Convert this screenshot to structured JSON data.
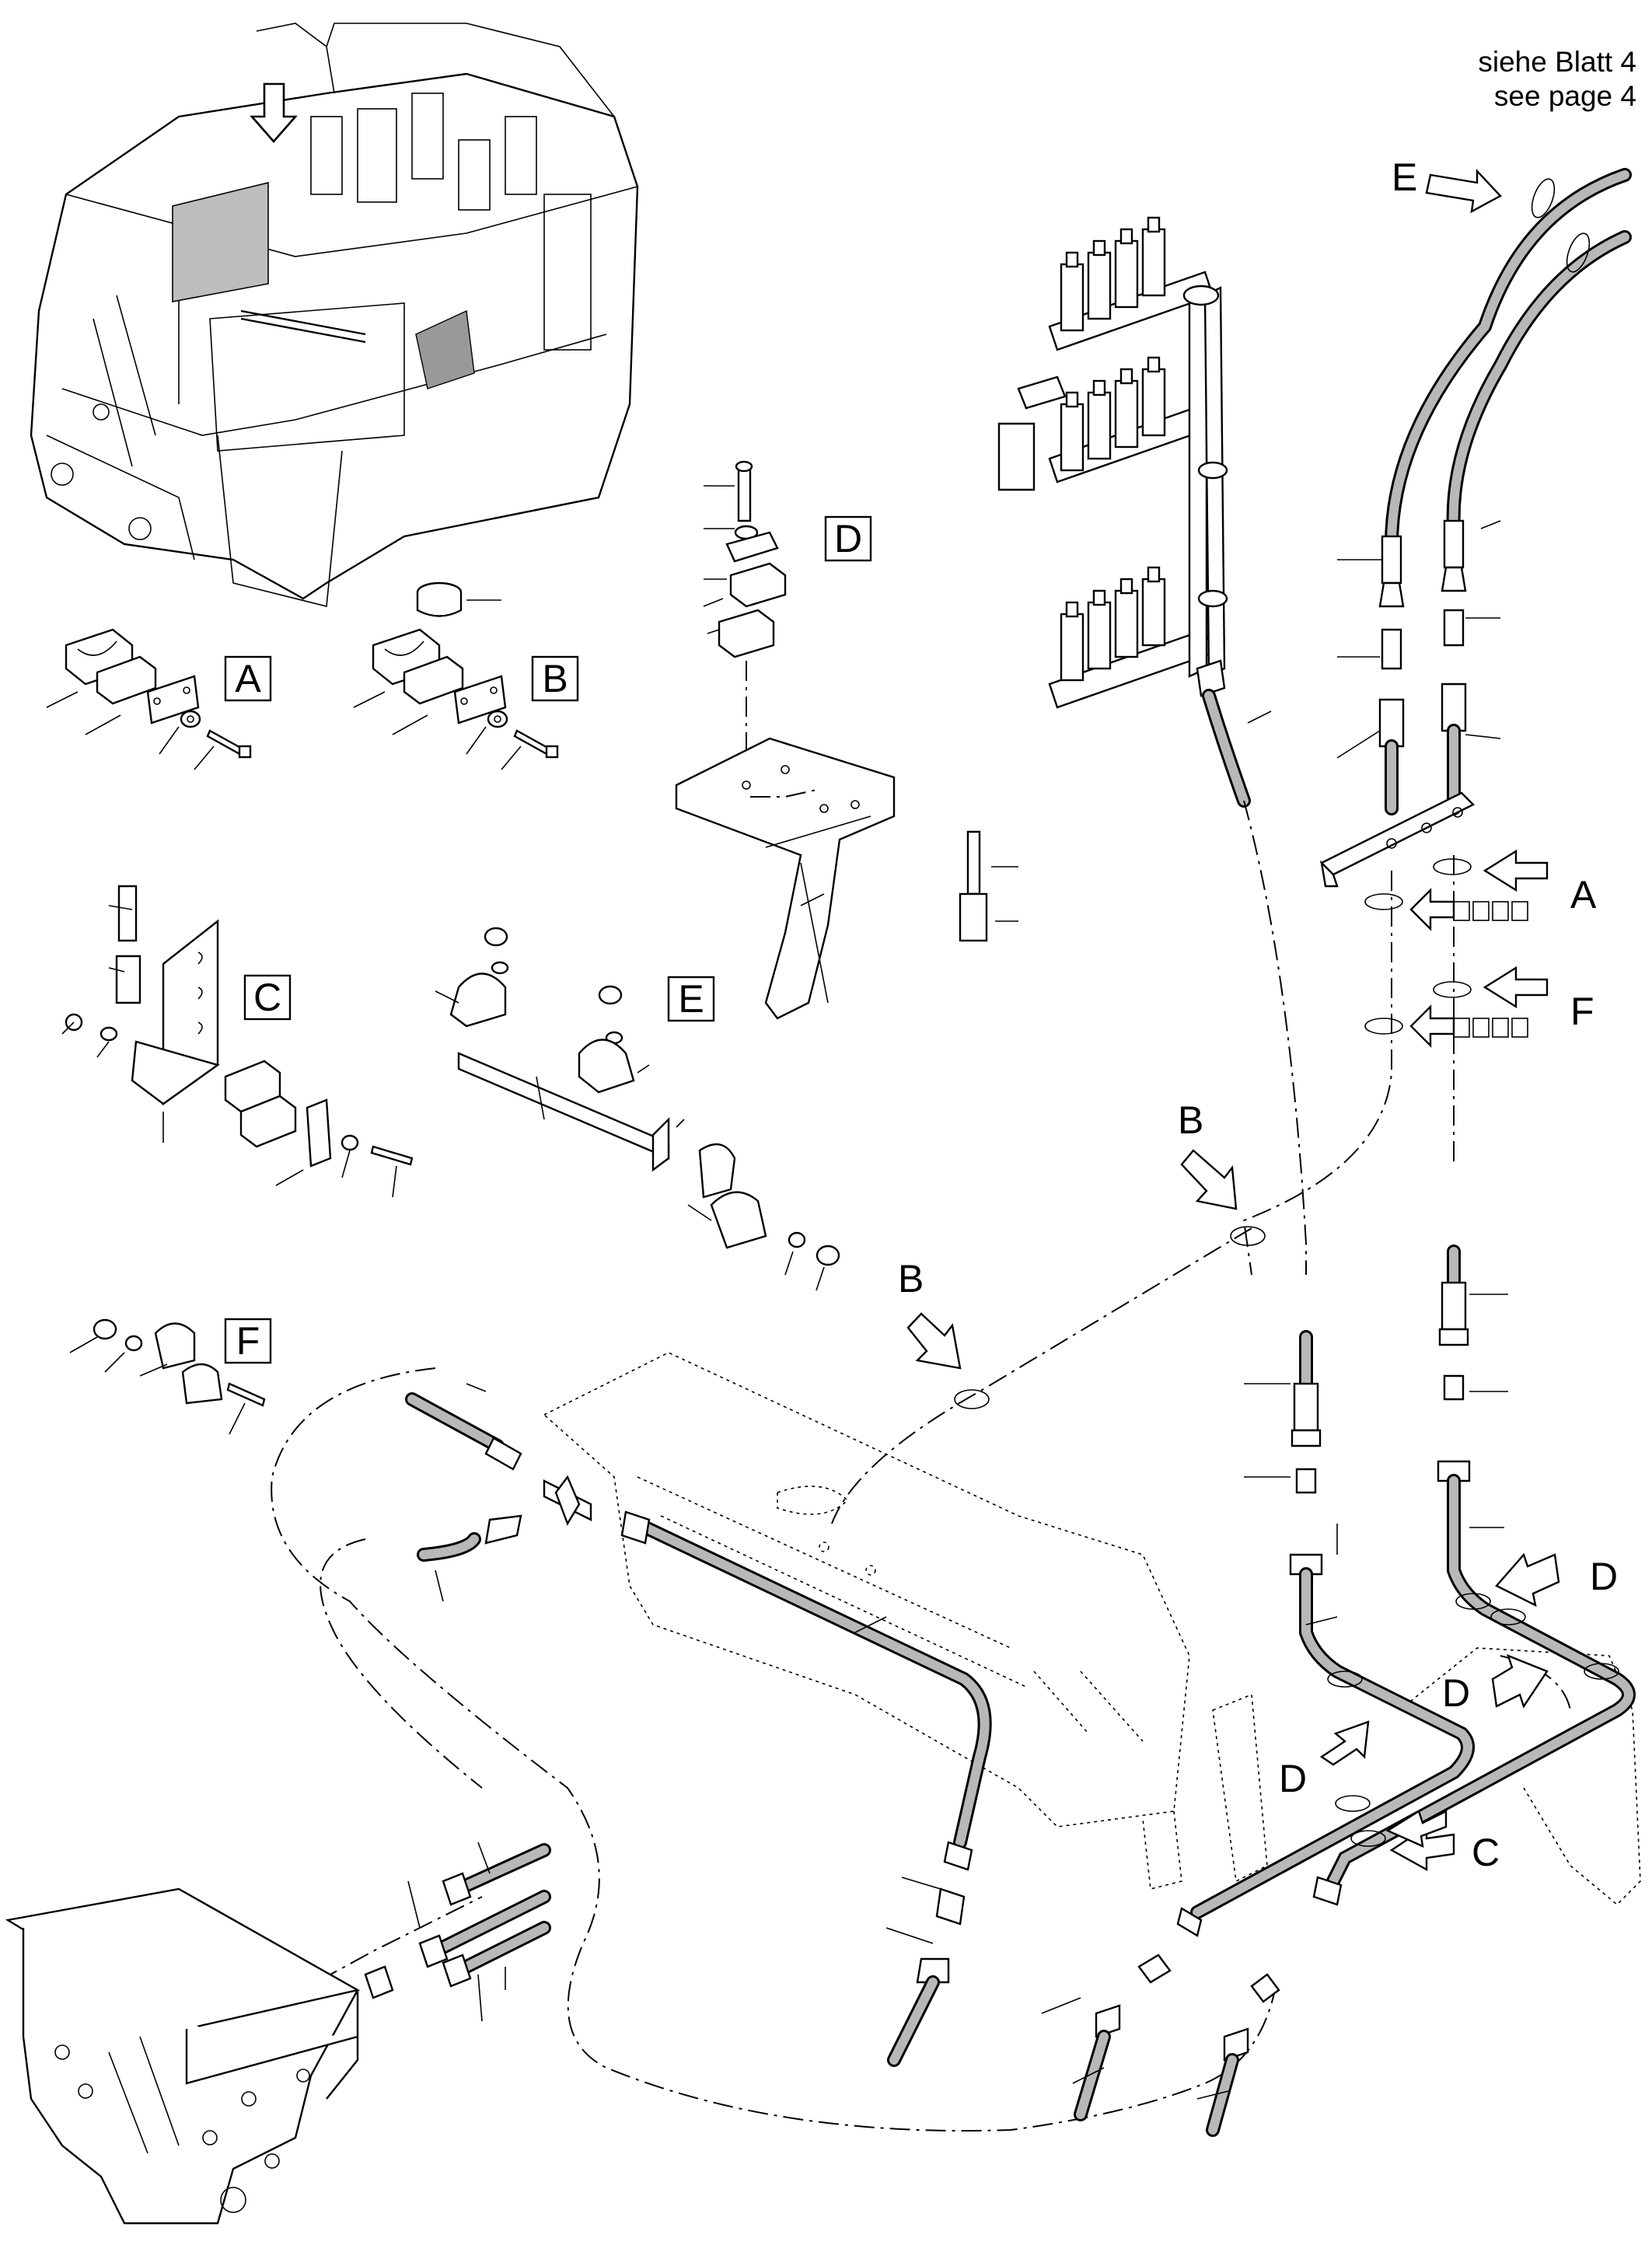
{
  "header": {
    "note_line1": "siehe Blatt 4",
    "note_line2": "see page 4"
  },
  "detail_labels": {
    "A": "A",
    "B": "B",
    "C": "C",
    "D": "D",
    "E": "E",
    "F": "F"
  },
  "colors": {
    "ink": "#000000",
    "paper": "#ffffff",
    "highlight_panel": "#bdbdbd"
  }
}
